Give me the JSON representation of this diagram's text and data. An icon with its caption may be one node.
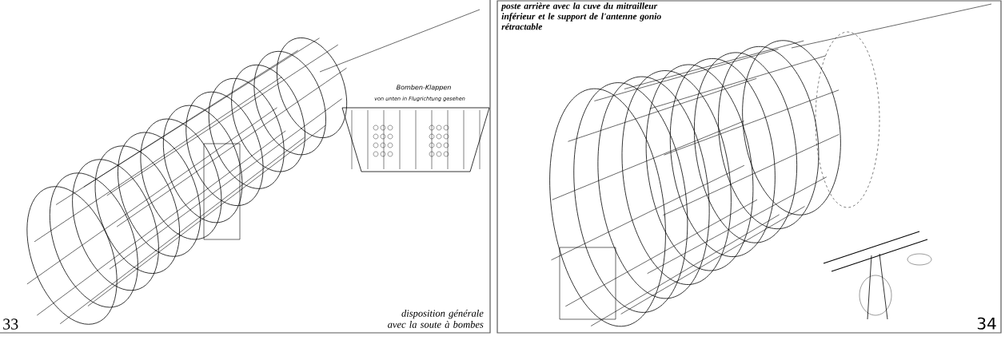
{
  "diagram": {
    "labels": [
      "Bomben-Klappen",
      "von unten in Flugrichtung gesehen",
      "disposition générale avec la soute à bombes",
      "33",
      "poste arrière avec la cuve du mitrailleur inférieur et le support de l'antenne gonio rétractable",
      "34"
    ]
  }
}
